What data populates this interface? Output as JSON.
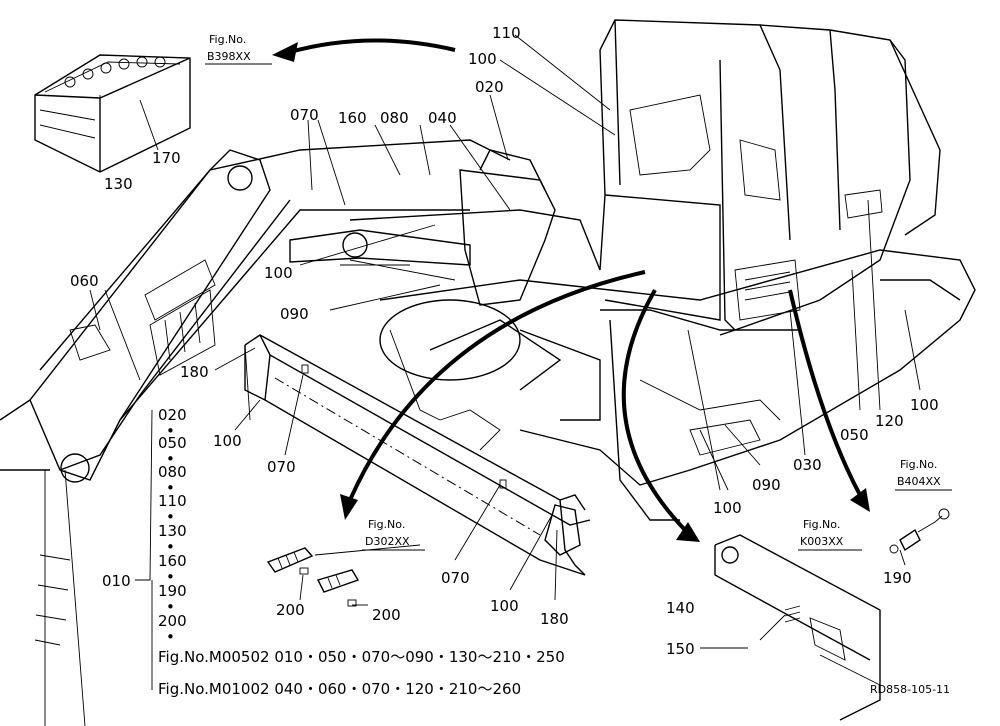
{
  "figure_refs": {
    "battery": {
      "title": "Fig.No.",
      "code": "B398XX"
    },
    "valves": {
      "title": "Fig.No.",
      "code": "D302XX"
    },
    "counterweight": {
      "title": "Fig.No.",
      "code": "K003XX"
    },
    "switch": {
      "title": "Fig.No.",
      "code": "B404XX"
    }
  },
  "callouts": {
    "c110": "110",
    "c100_top": "100",
    "c020_top": "020",
    "c070_top": "070",
    "c160": "160",
    "c080": "080",
    "c040": "040",
    "c130_batt": "130",
    "c170": "170",
    "c060": "060",
    "c100_mid": "100",
    "c090_mid": "090",
    "c180_left": "180",
    "c100_blade_left": "100",
    "c070_blade_left": "070",
    "c070_blade_mid": "070",
    "c100_blade_right": "100",
    "c180_right": "180",
    "c200_left": "200",
    "c200_right": "200",
    "c100_track": "100",
    "c090_track": "090",
    "c030": "030",
    "c050": "050",
    "c120": "120",
    "c100_right": "100",
    "c190": "190",
    "c140": "140",
    "c150": "150"
  },
  "kit_list": {
    "parent": "010",
    "items": [
      "020",
      "050",
      "080",
      "110",
      "130",
      "160",
      "190",
      "200"
    ],
    "separator": "•"
  },
  "footnotes": {
    "line1": "Fig.No.M00502  010・050・070～090・130～210・250",
    "line2": "Fig.No.M01002  040・060・070・120・210～260"
  },
  "drawing_code": "RD858-105-11"
}
